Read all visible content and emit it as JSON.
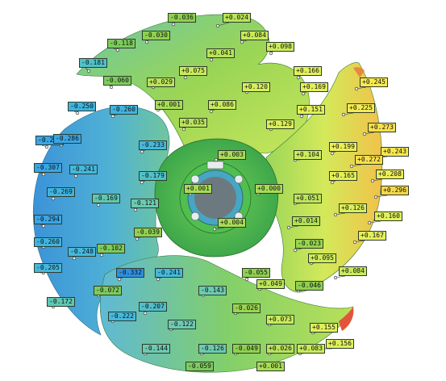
{
  "labels": [
    {
      "text": "-0.036",
      "color": "#8fd14f"
    },
    {
      "text": "+0.024",
      "color": "#b9e35a"
    },
    {
      "text": "-0.118",
      "color": "#7ccc5c"
    },
    {
      "text": "-0.030",
      "color": "#8fd14f"
    },
    {
      "text": "+0.084",
      "color": "#c8ea5c"
    },
    {
      "text": "+0.041",
      "color": "#b9e35a"
    },
    {
      "text": "+0.098",
      "color": "#cdec5a"
    },
    {
      "text": "-0.181",
      "color": "#4fc2c9"
    },
    {
      "text": "-0.060",
      "color": "#7ccc5c"
    },
    {
      "text": "+0.029",
      "color": "#b9e35a"
    },
    {
      "text": "+0.075",
      "color": "#c8ea5c"
    },
    {
      "text": "+0.166",
      "color": "#e4f05a"
    },
    {
      "text": "+0.120",
      "color": "#d6ee5a"
    },
    {
      "text": "+0.169",
      "color": "#e4f05a"
    },
    {
      "text": "+0.245",
      "color": "#f6e84e"
    },
    {
      "text": "-0.250",
      "color": "#3fb4e0"
    },
    {
      "text": "-0.260",
      "color": "#3fb4e0"
    },
    {
      "text": "+0.001",
      "color": "#a8dc55"
    },
    {
      "text": "+0.086",
      "color": "#c8ea5c"
    },
    {
      "text": "+0.151",
      "color": "#e0f05a"
    },
    {
      "text": "+0.225",
      "color": "#f3ea52"
    },
    {
      "text": "+0.035",
      "color": "#b9e35a"
    },
    {
      "text": "+0.129",
      "color": "#d9ee5a"
    },
    {
      "text": "+0.273",
      "color": "#f8e04c"
    },
    {
      "text": "-0.281",
      "color": "#3aa6e6"
    },
    {
      "text": "-0.286",
      "color": "#3aa6e6"
    },
    {
      "text": "-0.233",
      "color": "#45b8dc"
    },
    {
      "text": "+0.003",
      "color": "#a8dc55"
    },
    {
      "text": "+0.104",
      "color": "#cdec5a"
    },
    {
      "text": "+0.199",
      "color": "#ecee56"
    },
    {
      "text": "+0.243",
      "color": "#f6e84e"
    },
    {
      "text": "+0.272",
      "color": "#f8e04c"
    },
    {
      "text": "-0.307",
      "color": "#3aa6e6"
    },
    {
      "text": "-0.241",
      "color": "#45b8dc"
    },
    {
      "text": "-0.179",
      "color": "#4fc2c9"
    },
    {
      "text": "+0.165",
      "color": "#e4f05a"
    },
    {
      "text": "+0.208",
      "color": "#ecee56"
    },
    {
      "text": "+0.001",
      "color": "#a8dc55"
    },
    {
      "text": "+0.000",
      "color": "#a8dc55"
    },
    {
      "text": "-0.269",
      "color": "#3fb4e0"
    },
    {
      "text": "-0.169",
      "color": "#5ec8b4"
    },
    {
      "text": "-0.121",
      "color": "#6ccab0"
    },
    {
      "text": "+0.051",
      "color": "#bde55a"
    },
    {
      "text": "+0.296",
      "color": "#f8d84a"
    },
    {
      "text": "-0.294",
      "color": "#3aa6e6"
    },
    {
      "text": "+0.126",
      "color": "#d9ee5a"
    },
    {
      "text": "+0.004",
      "color": "#a8dc55"
    },
    {
      "text": "+0.014",
      "color": "#b0df58"
    },
    {
      "text": "+0.160",
      "color": "#e0f05a"
    },
    {
      "text": "-0.039",
      "color": "#8fd14f"
    },
    {
      "text": "-0.260",
      "color": "#3fb4e0"
    },
    {
      "text": "-0.248",
      "color": "#45b8dc"
    },
    {
      "text": "-0.102",
      "color": "#7ccc5c"
    },
    {
      "text": "-0.023",
      "color": "#98d550"
    },
    {
      "text": "+0.167",
      "color": "#e4f05a"
    },
    {
      "text": "+0.095",
      "color": "#cdec5a"
    },
    {
      "text": "-0.205",
      "color": "#45b8dc"
    },
    {
      "text": "-0.332",
      "color": "#2e8fe0"
    },
    {
      "text": "-0.241",
      "color": "#45b8dc"
    },
    {
      "text": "+0.084",
      "color": "#c8ea5c"
    },
    {
      "text": "-0.055",
      "color": "#8fd14f"
    },
    {
      "text": "-0.143",
      "color": "#6ccab0"
    },
    {
      "text": "+0.049",
      "color": "#bde55a"
    },
    {
      "text": "-0.046",
      "color": "#8fd14f"
    },
    {
      "text": "-0.072",
      "color": "#7ccc5c"
    },
    {
      "text": "-0.172",
      "color": "#5ec8b4"
    },
    {
      "text": "-0.207",
      "color": "#4fbfcb"
    },
    {
      "text": "-0.026",
      "color": "#98d550"
    },
    {
      "text": "-0.222",
      "color": "#45b8dc"
    },
    {
      "text": "+0.073",
      "color": "#c8ea5c"
    },
    {
      "text": "-0.122",
      "color": "#6ccab0"
    },
    {
      "text": "+0.155",
      "color": "#e0f05a"
    },
    {
      "text": "-0.144",
      "color": "#6ccab0"
    },
    {
      "text": "-0.126",
      "color": "#6ccab0"
    },
    {
      "text": "-0.049",
      "color": "#8fd14f"
    },
    {
      "text": "+0.026",
      "color": "#b9e35a"
    },
    {
      "text": "+0.083",
      "color": "#c8ea5c"
    },
    {
      "text": "+0.156",
      "color": "#e0f05a"
    },
    {
      "text": "-0.059",
      "color": "#7ccc5c"
    },
    {
      "text": "+0.001",
      "color": "#a8dc55"
    }
  ]
}
